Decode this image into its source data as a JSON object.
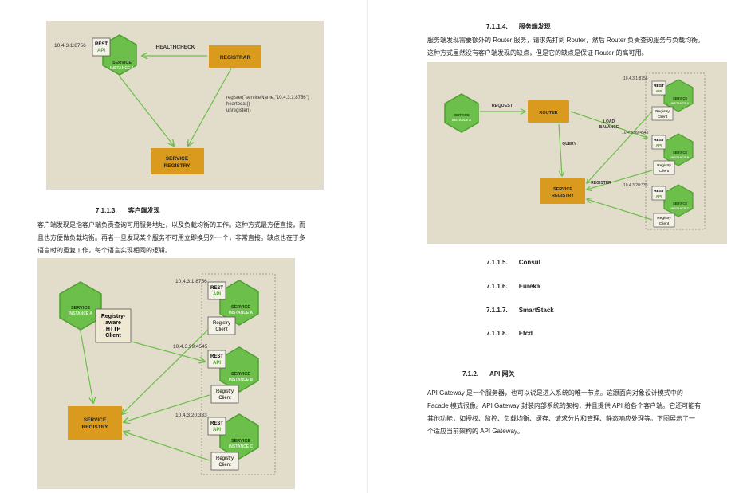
{
  "colors": {
    "figure_bg": "#e2dccb",
    "hex_green": "#6cbf4a",
    "hex_border": "#5aa83a",
    "box_orange": "#d99a1e",
    "arrow_green": "#6cbf4a",
    "text_dark": "#222222"
  },
  "fig1": {
    "ip": "10.4.3.1:8756",
    "rest": "REST",
    "api": "API",
    "service": "SERVICE",
    "instance": "INSTANCE A",
    "healthcheck": "HEALTHCHECK",
    "registrar": "REGISTRAR",
    "calls": [
      "register(\"serviceName,\"10.4.3.1:8756\")",
      "heartbeat()",
      "unregister()"
    ],
    "registry": [
      "SERVICE",
      "REGISTRY"
    ]
  },
  "sec_client": {
    "num": "7.1.1.3.",
    "title": "客户端发现"
  },
  "para_client": [
    "客户端发现是指客户端负责查询可用服务地址，以及负载均衡的工作。这种方式最方便直接，而",
    "且也方便做负载均衡。再者一旦发现某个服务不可用立即换另外一个，非常直接。缺点也在于多",
    "语言时的重复工作，每个语言实现相同的逻辑。"
  ],
  "fig2": {
    "service": "SERVICE",
    "instance_a": "INSTANCE A",
    "client": [
      "Registry-",
      "aware",
      "HTTP",
      "Client"
    ],
    "registry": [
      "SERVICE",
      "REGISTRY"
    ],
    "instances": [
      {
        "ip": "10.4.3.1:8756",
        "rest": "REST",
        "api": "API",
        "service": "SERVICE",
        "label": "INSTANCE A",
        "rc": [
          "Registry",
          "Client"
        ]
      },
      {
        "ip": "10.4.3.99:4545",
        "rest": "REST",
        "api": "API",
        "service": "SERVICE",
        "label": "INSTANCE B",
        "rc": [
          "Registry",
          "Client"
        ]
      },
      {
        "ip": "10.4.3.20:333",
        "rest": "REST",
        "api": "API",
        "service": "SERVICE",
        "label": "INSTANCE C",
        "rc": [
          "Registry",
          "Client"
        ]
      }
    ]
  },
  "sec_server": {
    "num": "7.1.1.4.",
    "title": "服务端发现"
  },
  "para_server": [
    "服务端发现需要额外的 Router 服务，请求先打到 Router，然后 Router 负责查询服务与负载均衡。",
    "这种方式虽然没有客户端发现的缺点，但是它的缺点是保证 Router 的高可用。"
  ],
  "fig3": {
    "service": "SERVICE",
    "instance": "INSTANCE A",
    "request": "REQUEST",
    "router": "ROUTER",
    "load_balance": [
      "LOAD",
      "BALANCE"
    ],
    "query": "QUERY",
    "register": "REGISTER",
    "registry": [
      "SERVICE",
      "REGISTRY"
    ],
    "instances": [
      {
        "ip": "10.4.3.1:8756",
        "rest": "REST",
        "api": "API",
        "service": "SERVICE",
        "label": "INSTANCE A",
        "rc": [
          "Registry",
          "Client"
        ]
      },
      {
        "ip": "10.4.3.99:4545",
        "rest": "REST",
        "api": "API",
        "service": "SERVICE",
        "label": "INSTANCE B",
        "rc": [
          "Registry",
          "Client"
        ]
      },
      {
        "ip": "10.4.3.20:333",
        "rest": "REST",
        "api": "API",
        "service": "SERVICE",
        "label": "INSTANCE C",
        "rc": [
          "Registry",
          "Client"
        ]
      }
    ]
  },
  "toc": [
    {
      "num": "7.1.1.5.",
      "title": "Consul"
    },
    {
      "num": "7.1.1.6.",
      "title": "Eureka"
    },
    {
      "num": "7.1.1.7.",
      "title": "SmartStack"
    },
    {
      "num": "7.1.1.8.",
      "title": "Etcd"
    }
  ],
  "sec_gateway": {
    "num": "7.1.2.",
    "title": "API 网关"
  },
  "para_gateway": [
    "API Gateway 是一个服务器，也可以说是进入系统的唯一节点。这跟面向对象设计模式中的",
    "Facade 模式很像。API Gateway 封装内部系统的架构，并且提供 API 给各个客户端。它还可能有",
    "其他功能，如授权、监控、负载均衡、缓存、请求分片和管理、静态响应处理等。下图展示了一",
    "个适应当前架构的 API Gateway。"
  ]
}
